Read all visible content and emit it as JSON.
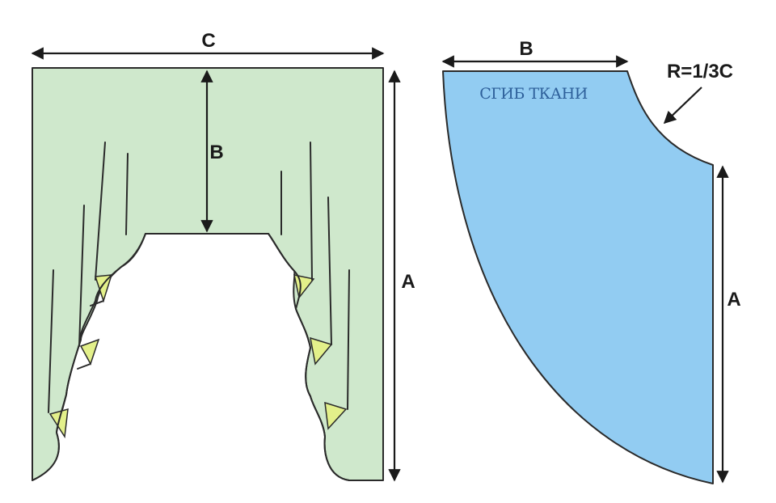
{
  "left_diagram": {
    "width_label": "C",
    "drop_label": "B",
    "height_label": "A",
    "fill_color": "#cfe8cc",
    "accent_color": "#e3f08a"
  },
  "right_diagram": {
    "width_label": "B",
    "radius_label": "R=1/3C",
    "fold_label": "СГИБ ТКАНИ",
    "height_label": "A",
    "fill_color": "#92ccf2"
  },
  "line_color": "#2a2a2a"
}
